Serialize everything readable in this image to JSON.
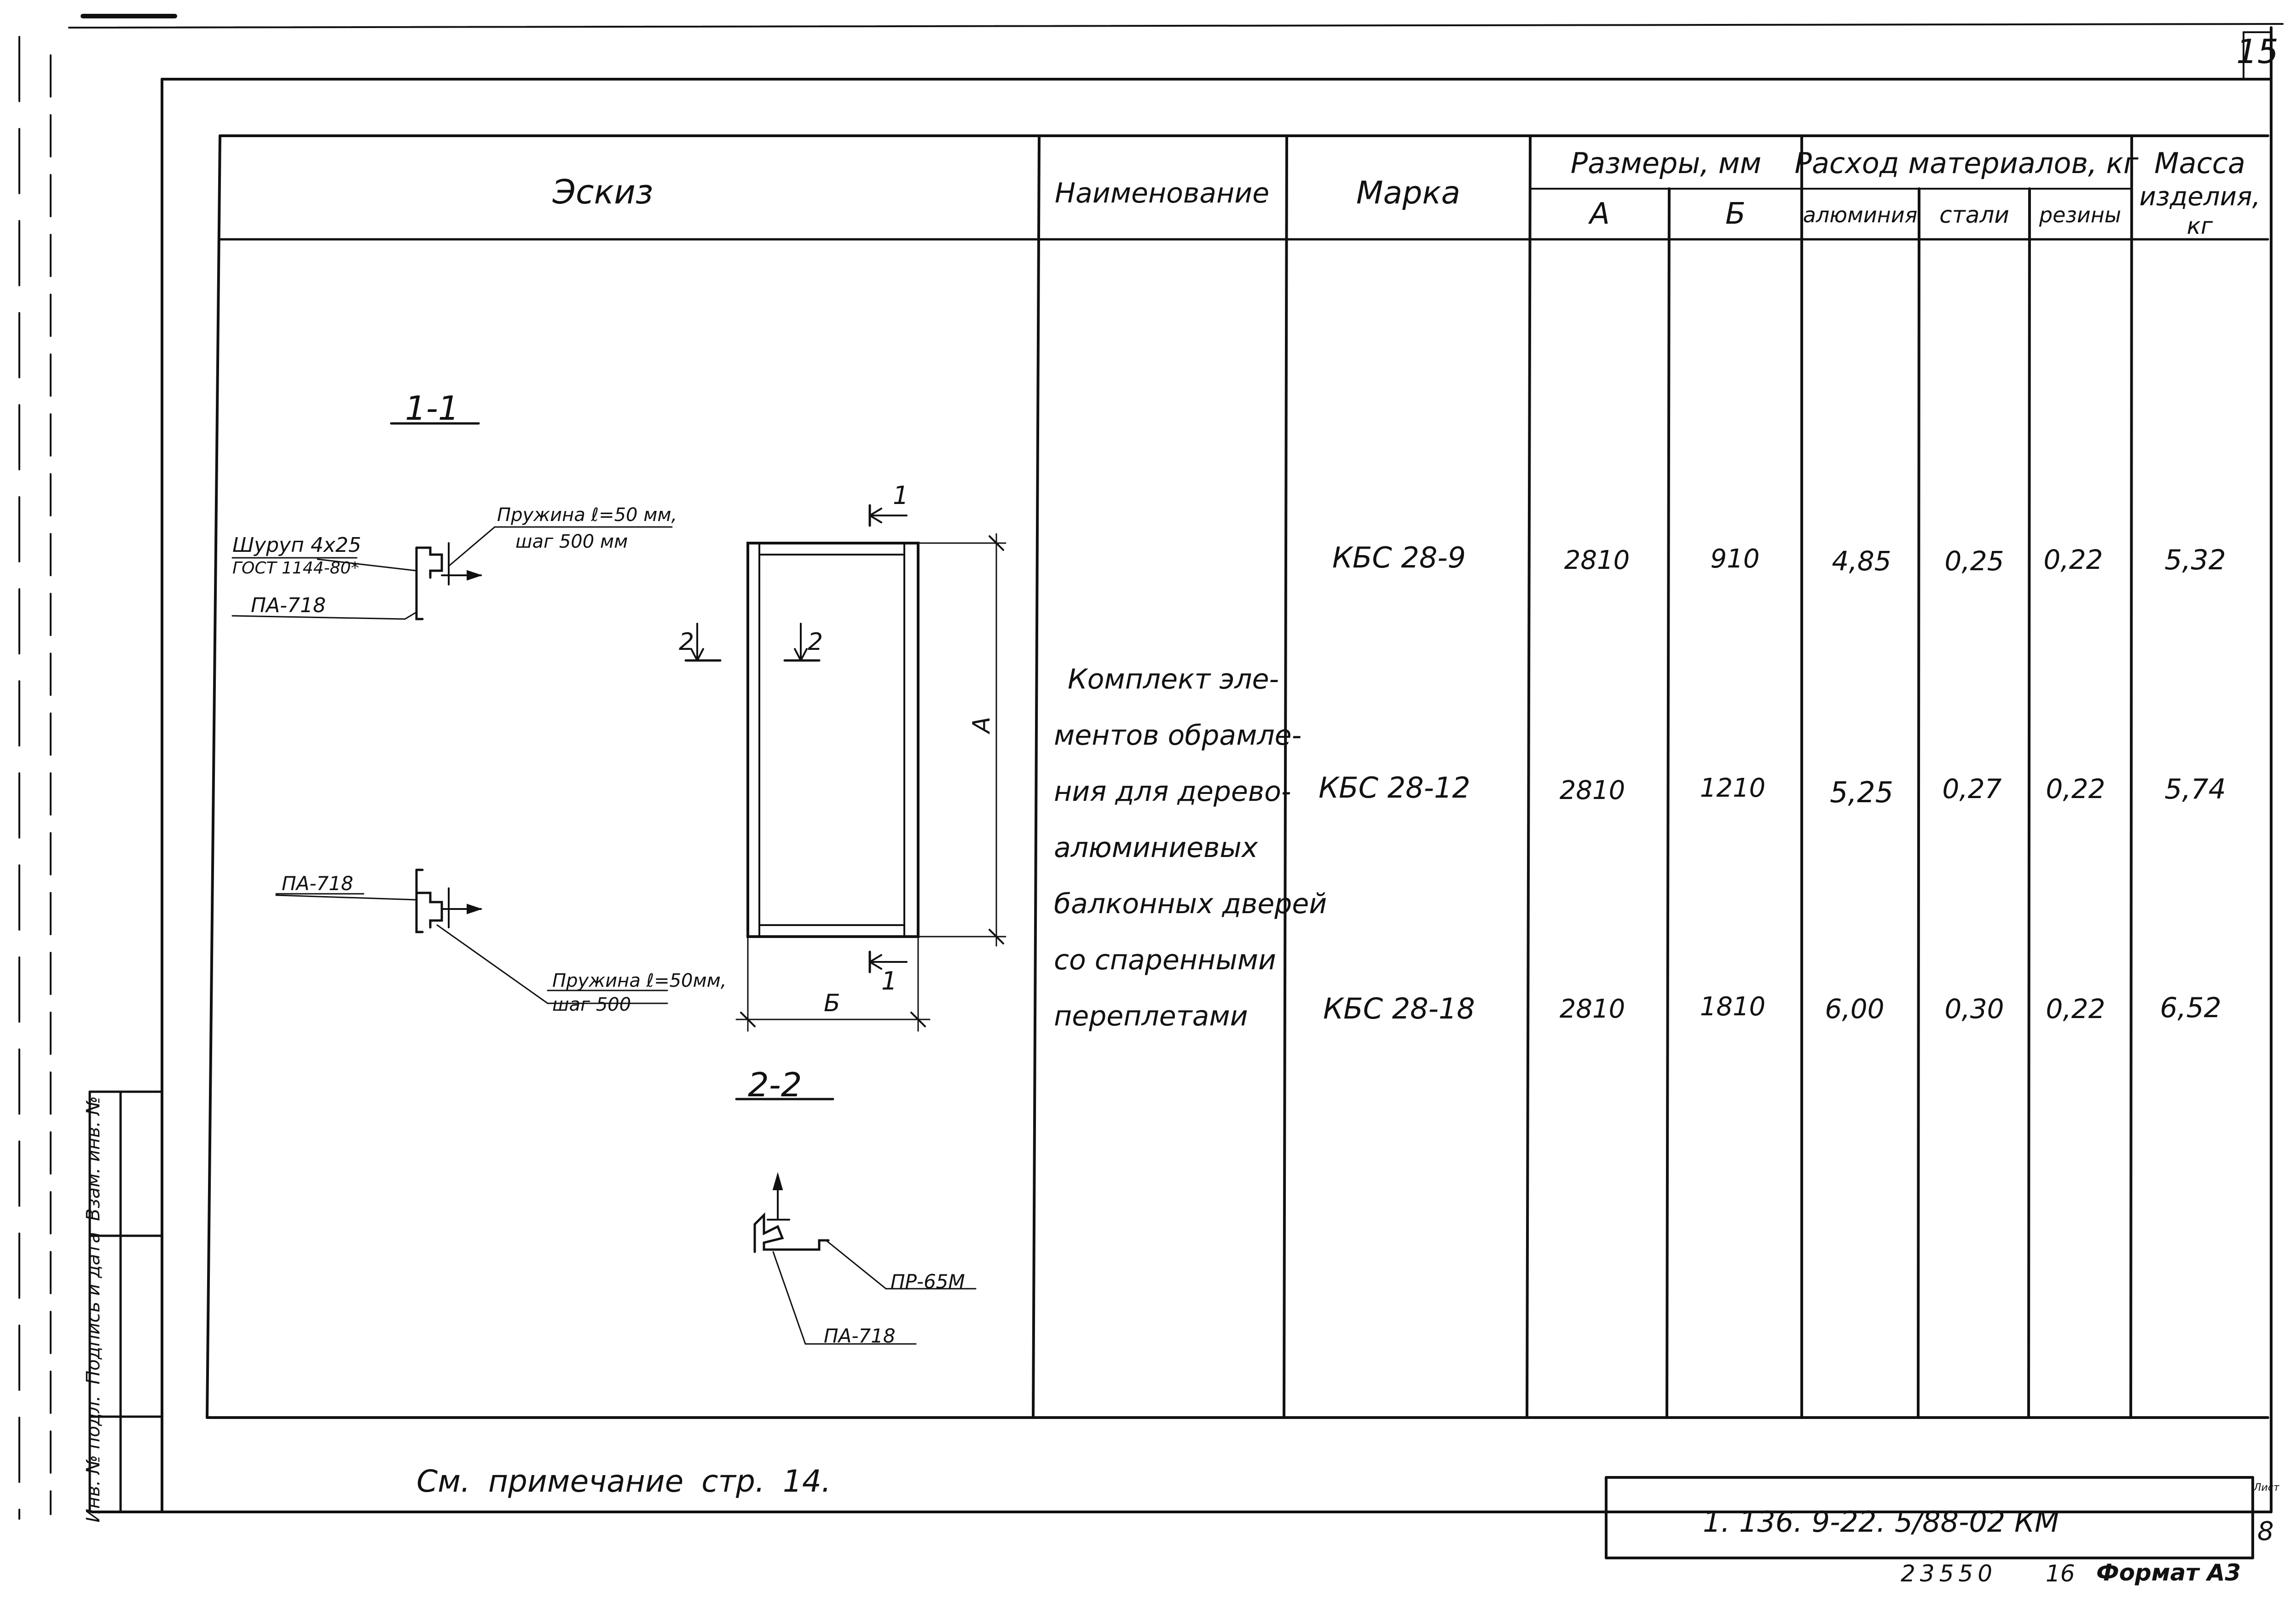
{
  "sheet_number": "15",
  "header": {
    "sketch": "Эскиз",
    "name": "Наименование",
    "mark": "Марка",
    "dimensions": "Размеры, мм",
    "dim_a": "А",
    "dim_b": "Б",
    "materials": "Расход материалов, кг",
    "aluminum": "алюминия",
    "steel": "стали",
    "rubber": "резины",
    "mass_line1": "Масса",
    "mass_line2": "изделия,",
    "mass_line3": "кг"
  },
  "product_name_lines": [
    "Комплект эле-",
    "ментов обрамле-",
    "ния для дерево-",
    "алюминиевых",
    "балконных дверей",
    "со спаренными",
    "переплетами"
  ],
  "rows": [
    {
      "mark": "КБС 28-9",
      "a": "2810",
      "b": "910",
      "aluminum": "4,85",
      "steel": "0,25",
      "rubber": "0,22",
      "mass": "5,32"
    },
    {
      "mark": "КБС 28-12",
      "a": "2810",
      "b": "1210",
      "aluminum": "5,25",
      "steel": "0,27",
      "rubber": "0,22",
      "mass": "5,74"
    },
    {
      "mark": "КБС 28-18",
      "a": "2810",
      "b": "1810",
      "aluminum": "6,00",
      "steel": "0,30",
      "rubber": "0,22",
      "mass": "6,52"
    }
  ],
  "sketch": {
    "section_1": "1-1",
    "section_2": "2-2",
    "screw_line1": "Шуруп 4х25",
    "screw_line2": "ГОСТ 1144-80*",
    "spring_top_line1": "Пружина ℓ=50 мм,",
    "spring_top_line2": "шаг 500 мм",
    "profile_pa718": "ПА-718",
    "spring_bottom_line1": "Пружина ℓ=50мм,",
    "spring_bottom_line2": "шаг 500",
    "dim_a_label": "А",
    "dim_b_label": "Б",
    "cut_1": "1",
    "cut_2": "2",
    "profile_pr65m": "ПР-65М"
  },
  "side_stamp": {
    "replaced": "Взам. инв. №",
    "signature": "Подпись и дата",
    "inventory": "Инв. № подл."
  },
  "note": "См. примечание стр. 14.",
  "title_block": {
    "code": "1. 136. 9-22. 5/88-02 КМ",
    "sheet_label": "Лист",
    "sheet": "8"
  },
  "footer": {
    "number": "23550",
    "page": "16",
    "format": "Формат А3"
  }
}
